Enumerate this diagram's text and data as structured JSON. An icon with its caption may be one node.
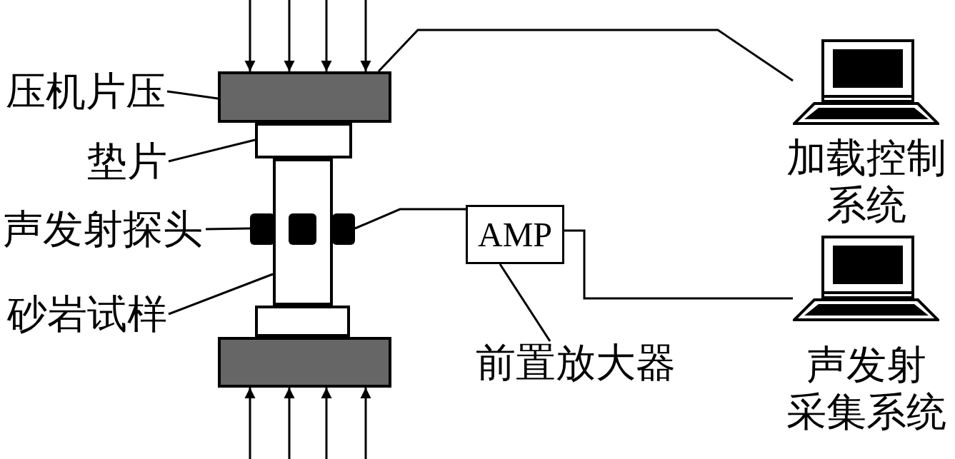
{
  "diagram": {
    "nodes": [
      {
        "text": [
          "压机片压"
        ]
      },
      {
        "text": [],
        "shape": "box"
      },
      {
        "text": [
          "垫片"
        ]
      },
      {
        "text": [],
        "shape": "box"
      },
      {
        "text": [
          "声发射探头"
        ]
      },
      {
        "text": [],
        "shape": "box"
      },
      {
        "text": [],
        "shape": "box",
        "in": 9
      },
      {
        "text": [],
        "shape": "box"
      },
      {
        "text": [
          "砂岩试样"
        ]
      },
      {
        "text": [],
        "shape": "box"
      },
      {
        "text": [],
        "shape": "box"
      },
      {
        "text": [],
        "shape": "box"
      },
      {
        "text": [
          "AMP"
        ]
      },
      {
        "text": [
          "前置放大器"
        ]
      },
      {
        "text": [],
        "shape": "picture",
        "beside": [
          "加载控制系统"
        ]
      },
      {
        "text": [],
        "shape": "picture",
        "beside": [
          "声发射采集系统"
        ]
      }
    ],
    "edges": [
      {
        "from": 0,
        "to": 1,
        "arrow": "none"
      },
      {
        "from": 2,
        "to": 3,
        "arrow": "none"
      },
      {
        "from": 4,
        "to": 5,
        "arrow": "none"
      },
      {
        "from": 8,
        "to": 9,
        "arrow": "none"
      },
      {
        "from": 13,
        "to": 12,
        "arrow": "none"
      },
      {
        "from": 1,
        "to": 14,
        "arrow": "none"
      },
      {
        "from": 7,
        "to": 12,
        "arrow": "none"
      },
      {
        "from": 12,
        "to": 15,
        "arrow": "none"
      },
      {
        "from": null,
        "to": 1,
        "arrow": "to"
      },
      {
        "from": null,
        "to": 1,
        "arrow": "to"
      },
      {
        "from": null,
        "to": 1,
        "arrow": "to"
      },
      {
        "from": null,
        "to": 1,
        "arrow": "to"
      },
      {
        "from": null,
        "to": 11,
        "arrow": "to"
      },
      {
        "from": null,
        "to": 11,
        "arrow": "to"
      },
      {
        "from": null,
        "to": 11,
        "arrow": "to"
      },
      {
        "from": null,
        "to": 11,
        "arrow": "to"
      }
    ]
  }
}
